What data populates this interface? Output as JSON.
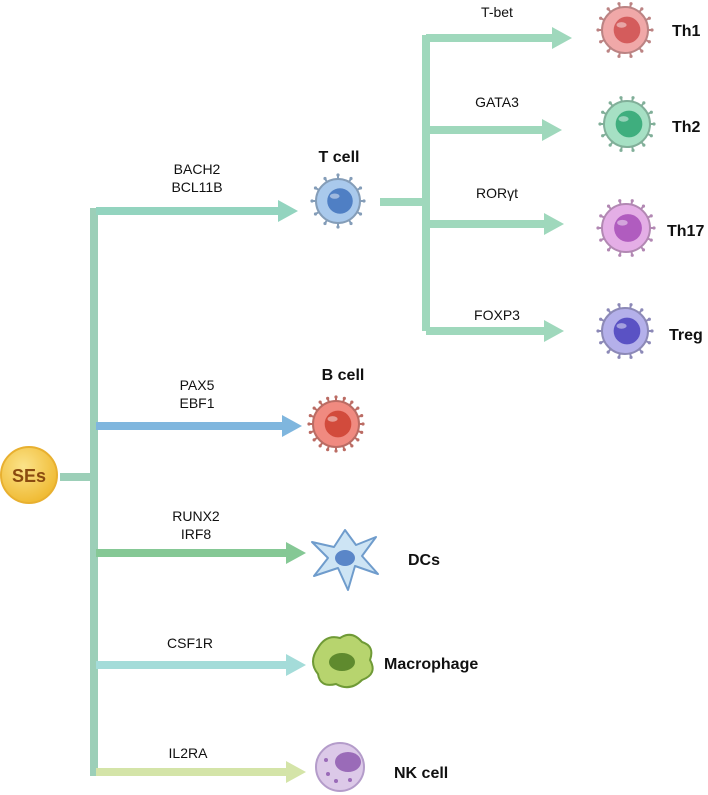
{
  "root": {
    "label": "SEs",
    "color": "#f3c43c"
  },
  "branches": [
    {
      "id": "t-cell",
      "factors": [
        "BACH2",
        "BCL11B"
      ],
      "cell": "T cell",
      "arrow_color": "#93d4bf",
      "cell_color": "#a9c9ec",
      "nucleus_color": "#4f7fc4"
    },
    {
      "id": "b-cell",
      "factors": [
        "PAX5",
        "EBF1"
      ],
      "cell": "B cell",
      "arrow_color": "#7fb6de",
      "cell_color": "#f08a80",
      "nucleus_color": "#d24b3c"
    },
    {
      "id": "dcs",
      "factors": [
        "RUNX2",
        "IRF8"
      ],
      "cell": "DCs",
      "arrow_color": "#85c895",
      "cell_color": "#cde4f4",
      "nucleus_color": "#5a86c8"
    },
    {
      "id": "macrophage",
      "factors": [
        "CSF1R"
      ],
      "cell": "Macrophage",
      "arrow_color": "#a4dcd9",
      "cell_color": "#b7d46e",
      "nucleus_color": "#5f8a2e"
    },
    {
      "id": "nk-cell",
      "factors": [
        "IL2RA"
      ],
      "cell": "NK cell",
      "arrow_color": "#d4e4a8",
      "cell_color": "#dcc9e8",
      "nucleus_color": "#9a6bb8"
    }
  ],
  "t_subsets": [
    {
      "id": "th1",
      "factor": "T-bet",
      "cell": "Th1",
      "cell_color": "#f0a8a8",
      "nucleus_color": "#d45c5c"
    },
    {
      "id": "th2",
      "factor": "GATA3",
      "cell": "Th2",
      "cell_color": "#a6e0c4",
      "nucleus_color": "#3fae7e"
    },
    {
      "id": "th17",
      "factor": "RORγt",
      "cell": "Th17",
      "cell_color": "#e4aee6",
      "nucleus_color": "#b05cbf"
    },
    {
      "id": "treg",
      "factor": "FOXP3",
      "cell": "Treg",
      "cell_color": "#b4b0ea",
      "nucleus_color": "#5a52c4"
    }
  ],
  "colors": {
    "trunk": "#9ccfb8",
    "subset_arrows": "#9fd8bc"
  }
}
